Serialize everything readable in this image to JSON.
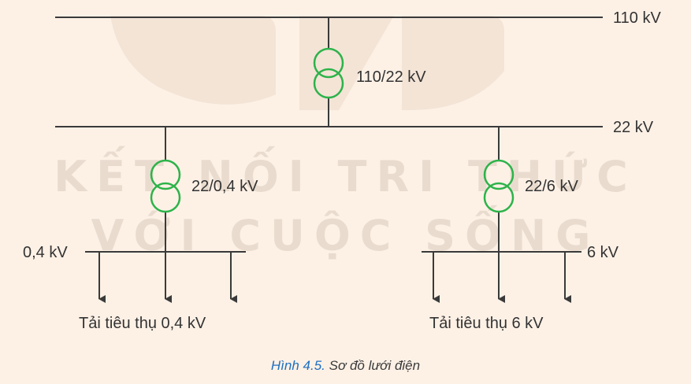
{
  "colors": {
    "background": "#fdf1e6",
    "line": "#3a3a3a",
    "transformer": "#2db34a",
    "caption_number": "#1f6fc0",
    "watermark": "#e9dccf"
  },
  "watermark": {
    "line1": "KẾT NỐI TRI THỨC",
    "line2": "VỚI CUỘC SỐNG"
  },
  "buses": {
    "hv": "110 kV",
    "mv": "22 kV",
    "lv_left": "0,4 kV",
    "lv_right": "6 kV"
  },
  "transformers": {
    "t1": "110/22 kV",
    "t2": "22/0,4 kV",
    "t3": "22/6 kV"
  },
  "loads": {
    "left": "Tải tiêu thụ 0,4 kV",
    "right": "Tải tiêu thụ 6 kV"
  },
  "caption": {
    "number": "Hình 4.5.",
    "text": "Sơ đồ lưới điện"
  }
}
